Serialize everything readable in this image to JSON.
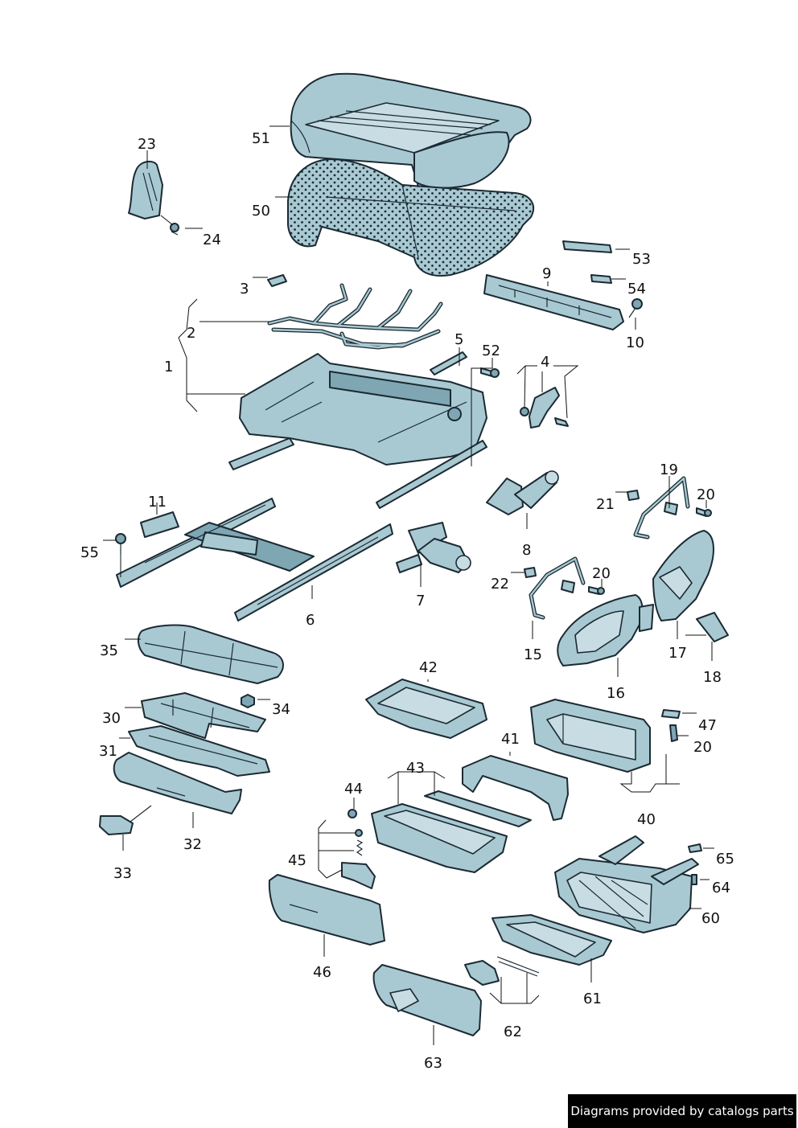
{
  "watermark": "Diagrams provided by catalogs parts",
  "callouts": [
    {
      "id": "1",
      "label": "1"
    },
    {
      "id": "2",
      "label": "2"
    },
    {
      "id": "3",
      "label": "3"
    },
    {
      "id": "4",
      "label": "4"
    },
    {
      "id": "5",
      "label": "5"
    },
    {
      "id": "6",
      "label": "6"
    },
    {
      "id": "7",
      "label": "7"
    },
    {
      "id": "8",
      "label": "8"
    },
    {
      "id": "9",
      "label": "9"
    },
    {
      "id": "10",
      "label": "10"
    },
    {
      "id": "11",
      "label": "11"
    },
    {
      "id": "15",
      "label": "15"
    },
    {
      "id": "16",
      "label": "16"
    },
    {
      "id": "17",
      "label": "17"
    },
    {
      "id": "18",
      "label": "18"
    },
    {
      "id": "19",
      "label": "19"
    },
    {
      "id": "20a",
      "label": "20"
    },
    {
      "id": "20b",
      "label": "20"
    },
    {
      "id": "20c",
      "label": "20"
    },
    {
      "id": "21",
      "label": "21"
    },
    {
      "id": "22",
      "label": "22"
    },
    {
      "id": "23",
      "label": "23"
    },
    {
      "id": "24",
      "label": "24"
    },
    {
      "id": "30",
      "label": "30"
    },
    {
      "id": "31",
      "label": "31"
    },
    {
      "id": "32",
      "label": "32"
    },
    {
      "id": "33",
      "label": "33"
    },
    {
      "id": "34",
      "label": "34"
    },
    {
      "id": "35",
      "label": "35"
    },
    {
      "id": "40",
      "label": "40"
    },
    {
      "id": "41",
      "label": "41"
    },
    {
      "id": "42",
      "label": "42"
    },
    {
      "id": "43",
      "label": "43"
    },
    {
      "id": "44",
      "label": "44"
    },
    {
      "id": "45",
      "label": "45"
    },
    {
      "id": "46",
      "label": "46"
    },
    {
      "id": "47",
      "label": "47"
    },
    {
      "id": "50",
      "label": "50"
    },
    {
      "id": "51",
      "label": "51"
    },
    {
      "id": "52",
      "label": "52"
    },
    {
      "id": "53",
      "label": "53"
    },
    {
      "id": "54",
      "label": "54"
    },
    {
      "id": "55",
      "label": "55"
    },
    {
      "id": "60",
      "label": "60"
    },
    {
      "id": "61",
      "label": "61"
    },
    {
      "id": "62",
      "label": "62"
    },
    {
      "id": "63",
      "label": "63"
    },
    {
      "id": "64",
      "label": "64"
    },
    {
      "id": "65",
      "label": "65"
    }
  ]
}
